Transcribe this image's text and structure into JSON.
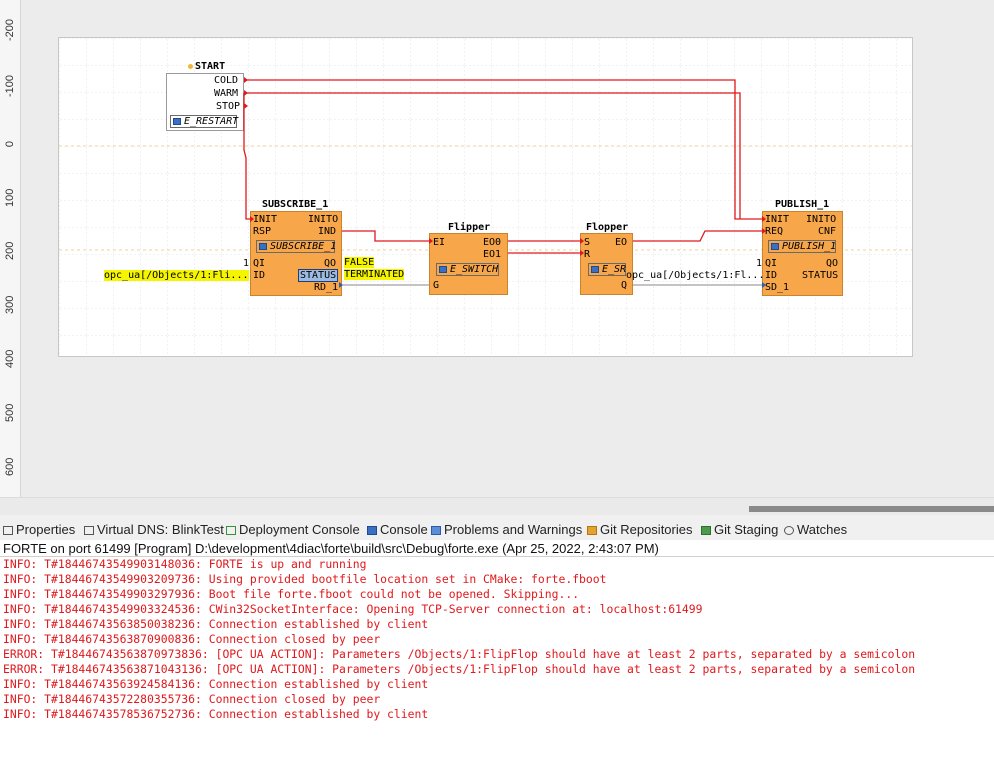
{
  "ruler": {
    "labels": [
      "-200",
      "-100",
      "0",
      "100",
      "200",
      "300",
      "400",
      "500",
      "600"
    ]
  },
  "blocks": {
    "start": {
      "title": "START",
      "events": [
        "COLD",
        "WARM",
        "STOP"
      ],
      "type": "E_RESTART"
    },
    "subscribe": {
      "title": "SUBSCRIBE_1",
      "left_inputs": [
        "INIT",
        "RSP",
        "QI",
        "ID"
      ],
      "right_outputs": [
        "INITO",
        "IND",
        "QO",
        "STATUS",
        "RD_1"
      ],
      "type": "SUBSCRIBE_1",
      "qi_value": "1",
      "id_value": "opc_ua[/Objects/1:Fli...",
      "qo_value": "FALSE",
      "status_value": "TERMINATED"
    },
    "flipper": {
      "title": "Flipper",
      "inputs": [
        "EI",
        "G"
      ],
      "outputs": [
        "EO0",
        "EO1"
      ],
      "type": "E_SWITCH"
    },
    "flopper": {
      "title": "Flopper",
      "inputs": [
        "S",
        "R"
      ],
      "outputs": [
        "EO",
        "Q"
      ],
      "type": "E_SR"
    },
    "publish": {
      "title": "PUBLISH_1",
      "left_inputs": [
        "INIT",
        "REQ",
        "QI",
        "ID",
        "SD_1"
      ],
      "right_outputs": [
        "INITO",
        "CNF",
        "QO",
        "STATUS"
      ],
      "type": "PUBLISH_1",
      "qi_value": "1",
      "id_value": "opc_ua[/Objects/1:Fl..."
    }
  },
  "tabs": [
    {
      "label": "Properties",
      "icon": "properties-icon"
    },
    {
      "label": "Virtual DNS: BlinkTest",
      "icon": "virtual-dns-icon"
    },
    {
      "label": "Deployment Console",
      "icon": "deployment-console-icon"
    },
    {
      "label": "Console",
      "icon": "console-icon"
    },
    {
      "label": "Problems and Warnings",
      "icon": "problems-icon"
    },
    {
      "label": "Git Repositories",
      "icon": "git-repositories-icon"
    },
    {
      "label": "Git Staging",
      "icon": "git-staging-icon"
    },
    {
      "label": "Watches",
      "icon": "watches-icon"
    }
  ],
  "console": {
    "header": "FORTE on port 61499 [Program] D:\\development\\4diac\\forte\\build\\src\\Debug\\forte.exe (Apr 25, 2022, 2:43:07 PM)",
    "lines": [
      "INFO: T#18446743549903148036: FORTE is up and running",
      "INFO: T#18446743549903209736: Using provided bootfile location set in CMake: forte.fboot",
      "INFO: T#18446743549903297936: Boot file forte.fboot could not be opened. Skipping...",
      "INFO: T#18446743549903324536: CWin32SocketInterface: Opening TCP-Server connection at: localhost:61499",
      "INFO: T#18446743563850038236: Connection established by client",
      "INFO: T#18446743563870900836: Connection closed by peer",
      "ERROR: T#18446743563870973836: [OPC UA ACTION]: Parameters /Objects/1:FlipFlop should have at least 2 parts, separated by a semicolon",
      "ERROR: T#18446743563871043136: [OPC UA ACTION]: Parameters /Objects/1:FlipFlop should have at least 2 parts, separated by a semicolon",
      "INFO: T#18446743563924584136: Connection established by client",
      "INFO: T#18446743572280355736: Connection closed by peer",
      "INFO: T#18446743578536752736: Connection established by client"
    ]
  },
  "colors": {
    "fb_fill": "#f7a64a",
    "event_connection": "#e0191d",
    "data_connection": "#8a8a8a",
    "console_text": "#e0191d",
    "highlight": "#f5f500"
  }
}
